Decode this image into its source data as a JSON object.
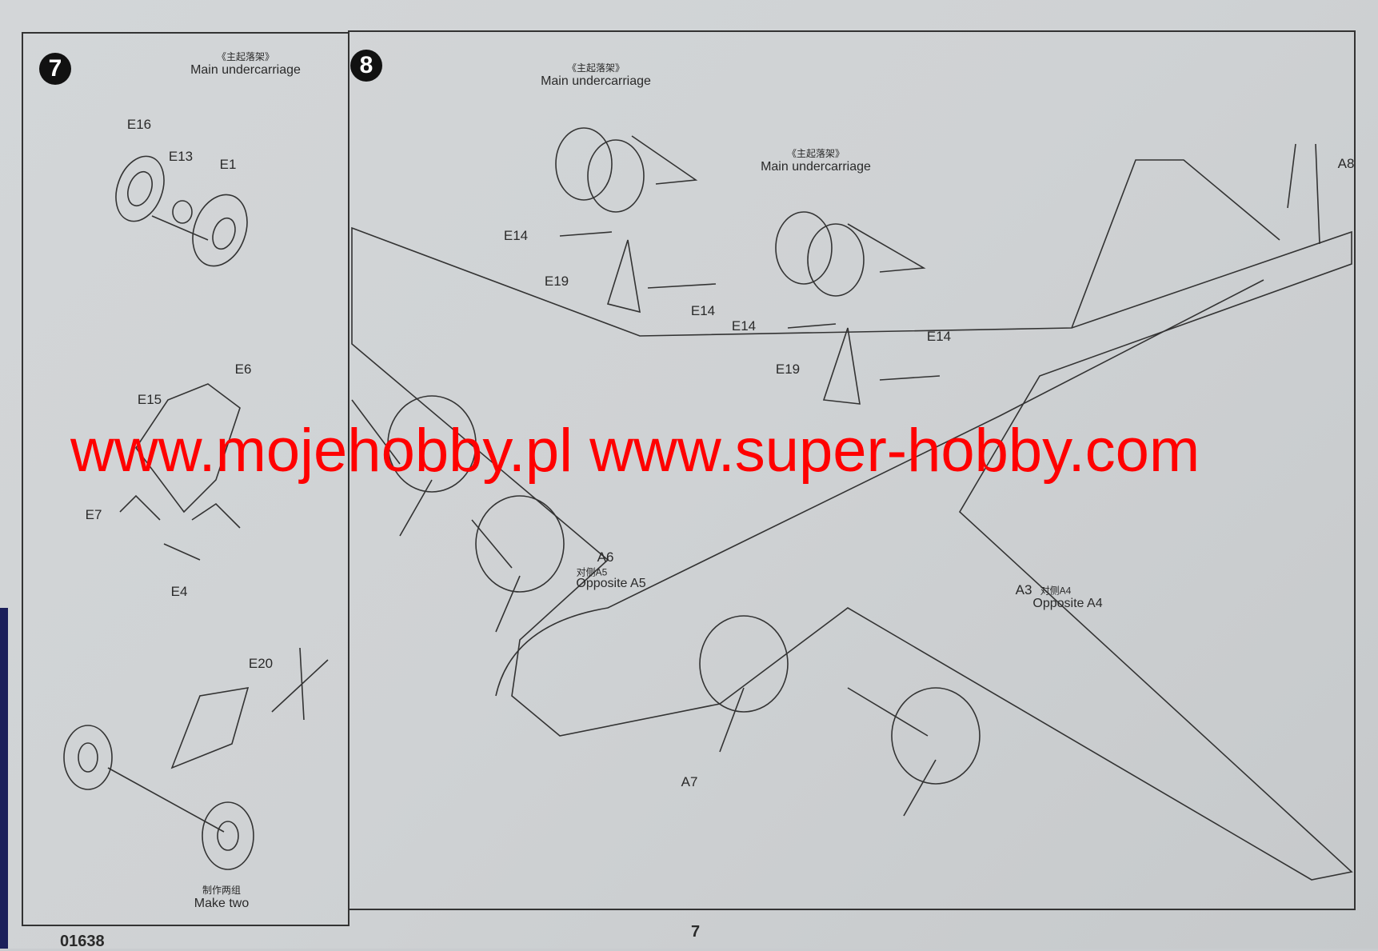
{
  "document_code": "01638",
  "page_number": "7",
  "watermark": "www.mojehobby.pl www.super-hobby.com",
  "step7": {
    "number": "7",
    "title_cn": "《主起落架》",
    "title_en": "Main undercarriage",
    "parts": [
      "E16",
      "E13",
      "E1",
      "E6",
      "E15",
      "E7",
      "E4",
      "E20"
    ],
    "note_cn": "制作两组",
    "note_en": "Make two"
  },
  "step8": {
    "number": "8",
    "subassembly1": {
      "title_cn": "《主起落架》",
      "title_en": "Main undercarriage"
    },
    "subassembly2": {
      "title_cn": "《主起落架》",
      "title_en": "Main undercarriage"
    },
    "parts": [
      "A8",
      "E14",
      "E19",
      "E14",
      "E14",
      "E14",
      "E19",
      "A6",
      "A3",
      "A7"
    ],
    "a6_note_cn": "对侧A5",
    "a6_note_en": "Opposite A5",
    "a3_note_cn": "对侧A4",
    "a3_note_en": "Opposite A4"
  }
}
